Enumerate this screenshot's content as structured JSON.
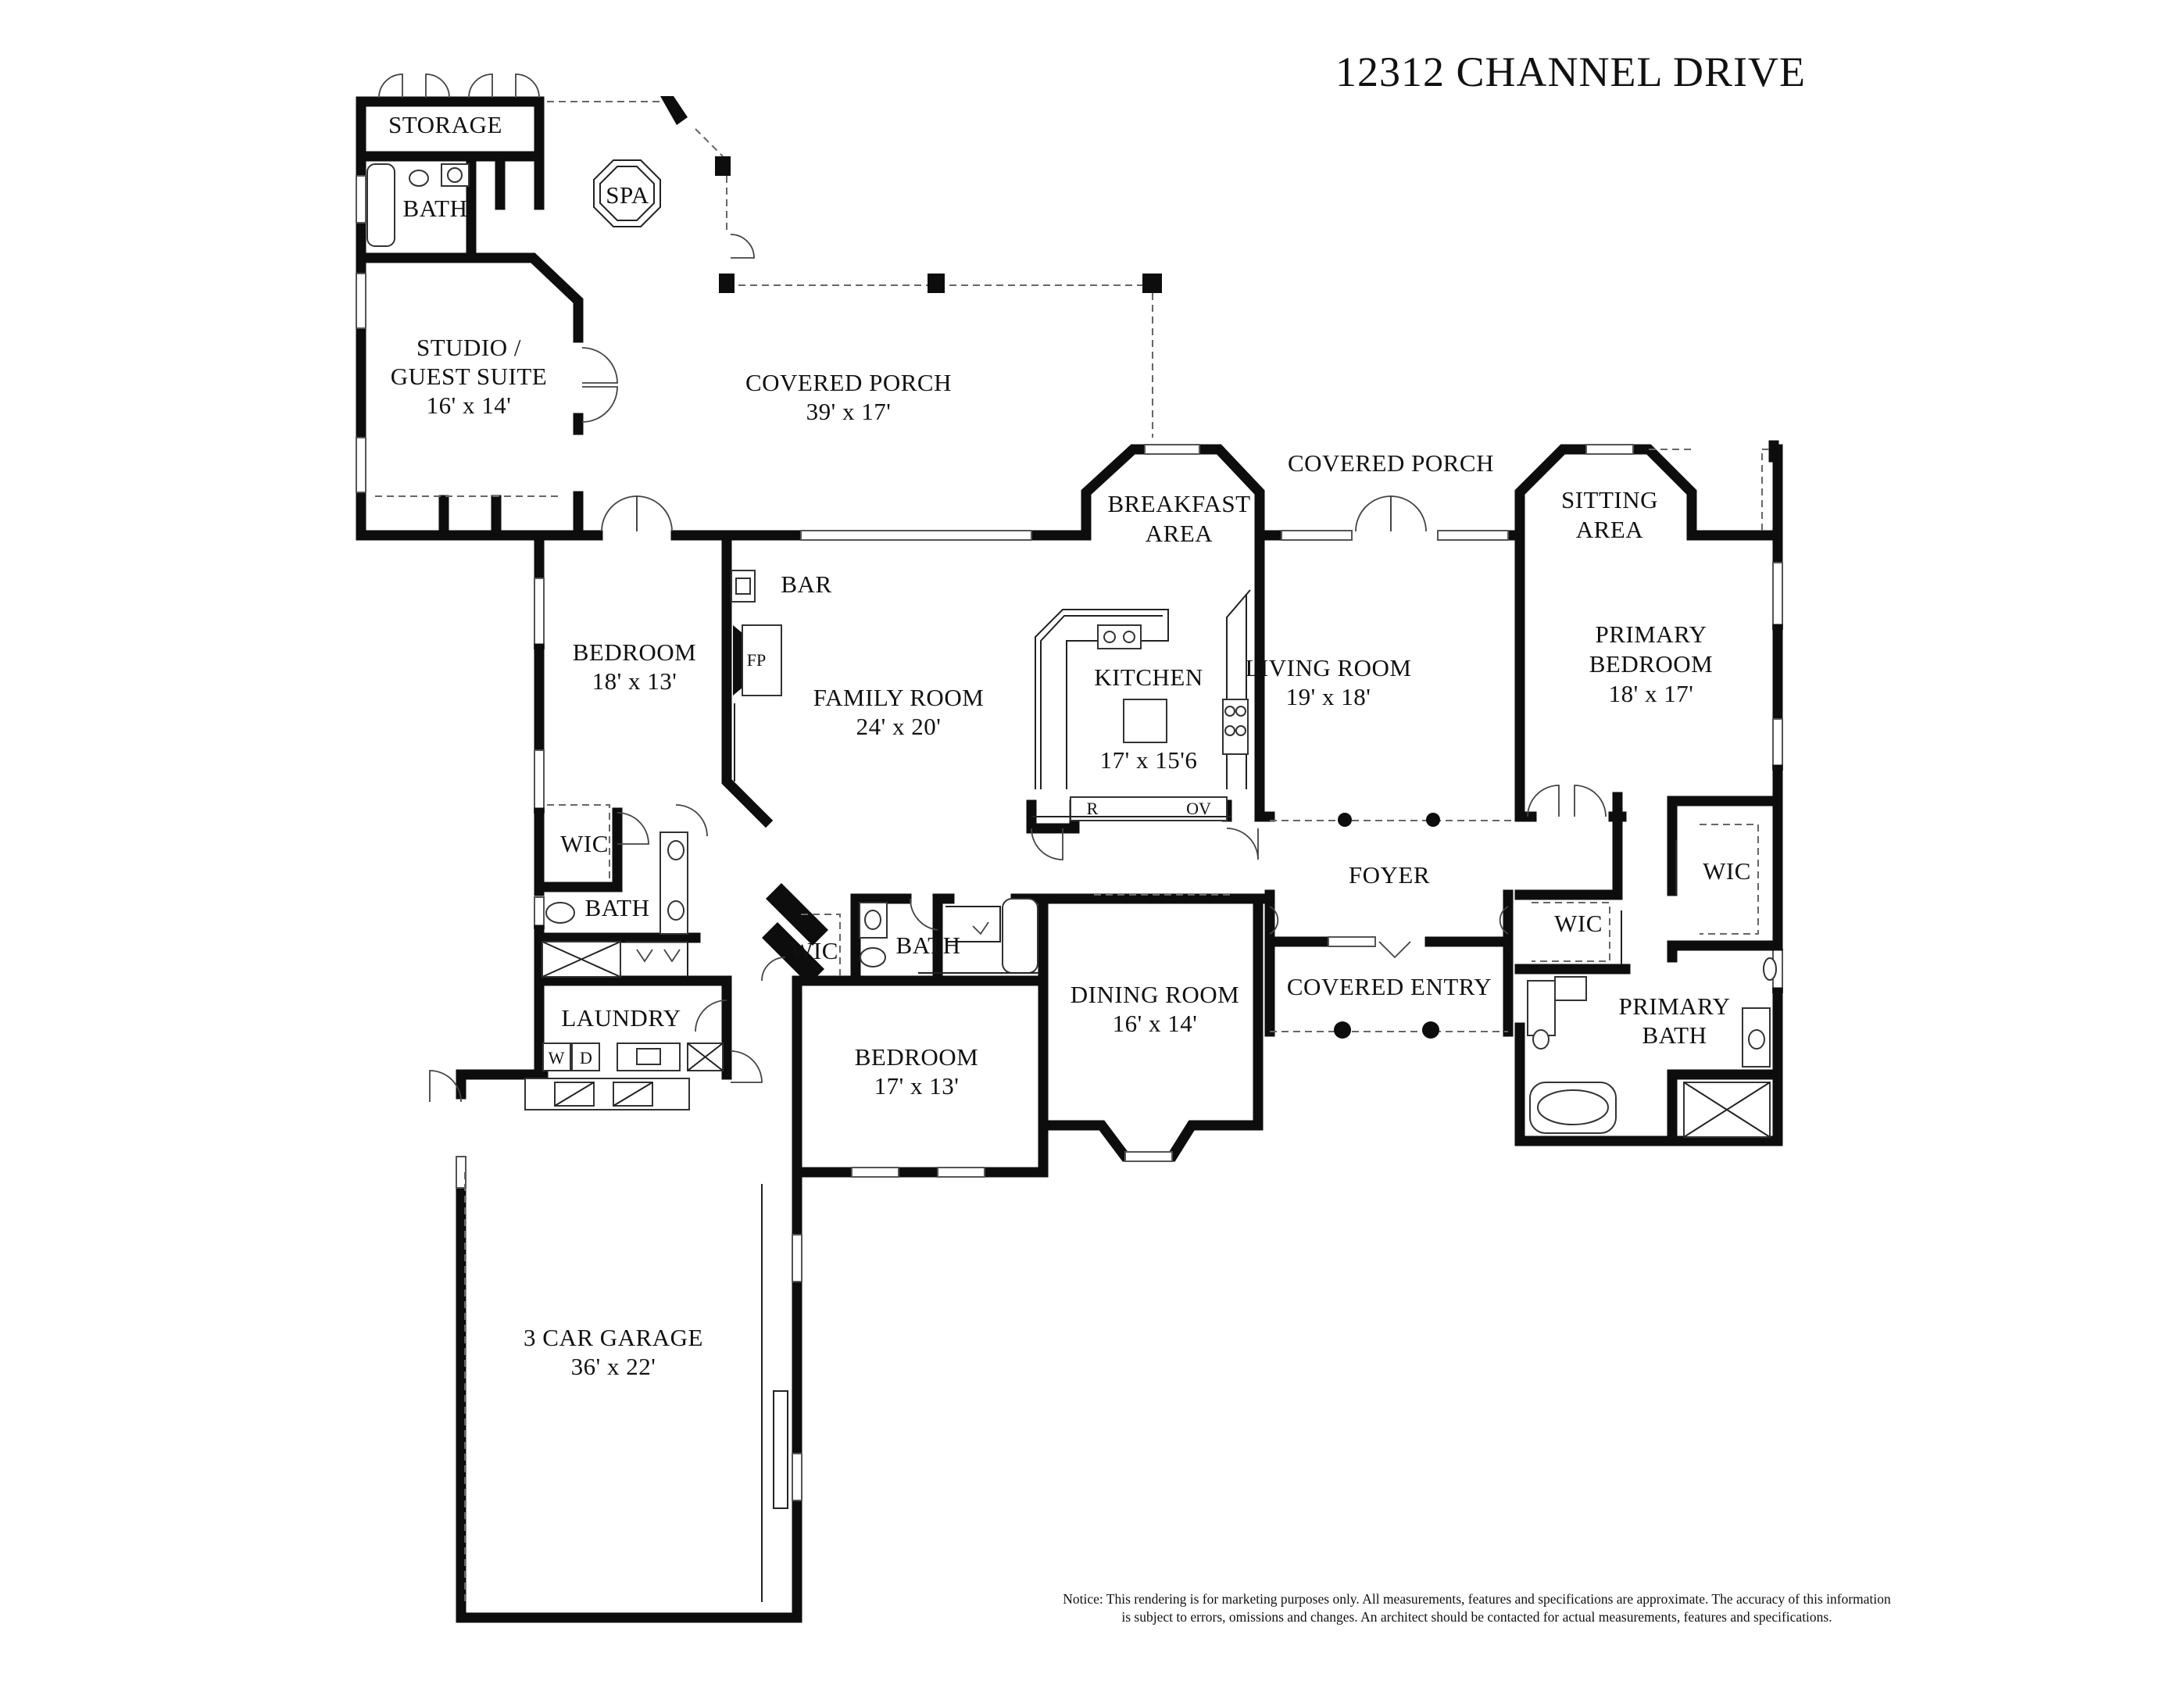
{
  "title": "12312 CHANNEL DRIVE",
  "rooms": {
    "storage": "STORAGE",
    "bath_guest": "BATH",
    "spa": "SPA",
    "studio_line1": "STUDIO /",
    "studio_line2": "GUEST SUITE",
    "studio_size": "16' x 14'",
    "covered_porch_rear": "COVERED PORCH",
    "covered_porch_rear_size": "39' x 17'",
    "covered_porch_right": "COVERED PORCH",
    "breakfast_line1": "BREAKFAST",
    "breakfast_line2": "AREA",
    "sitting_line1": "SITTING",
    "sitting_line2": "AREA",
    "bar": "BAR",
    "fp": "FP",
    "bedroom_left": "BEDROOM",
    "bedroom_left_size": "18' x 13'",
    "family_room": "FAMILY ROOM",
    "family_room_size": "24' x 20'",
    "kitchen": "KITCHEN",
    "kitchen_size": "17' x 15'6",
    "refrigerator": "R",
    "oven": "OV",
    "living_room": "LIVING ROOM",
    "living_room_size": "19' x 18'",
    "primary_bedroom_line1": "PRIMARY",
    "primary_bedroom_line2": "BEDROOM",
    "primary_bedroom_size": "18' x 17'",
    "wic_left": "WIC",
    "bath_left": "BATH",
    "wic_center": "WIC",
    "bath_center": "BATH",
    "foyer": "FOYER",
    "wic_primary_right": "WIC",
    "wic_primary_left": "WIC",
    "laundry": "LAUNDRY",
    "washer": "W",
    "dryer": "D",
    "covered_entry": "COVERED ENTRY",
    "dining_room": "DINING ROOM",
    "dining_room_size": "16' x 14'",
    "primary_bath_line1": "PRIMARY",
    "primary_bath_line2": "BATH",
    "bedroom_center": "BEDROOM",
    "bedroom_center_size": "17' x 13'",
    "garage": "3 CAR GARAGE",
    "garage_size": "36' x 22'"
  },
  "notice_line1": "Notice: This rendering is for marketing purposes only. All measurements, features and specifications are approximate. The accuracy of this information",
  "notice_line2": "is subject to errors, omissions and changes. An architect should be contacted for actual measurements, features and specifications.",
  "colors": {
    "wall": "#0d0d0d",
    "background": "#ffffff",
    "text": "#111111"
  }
}
